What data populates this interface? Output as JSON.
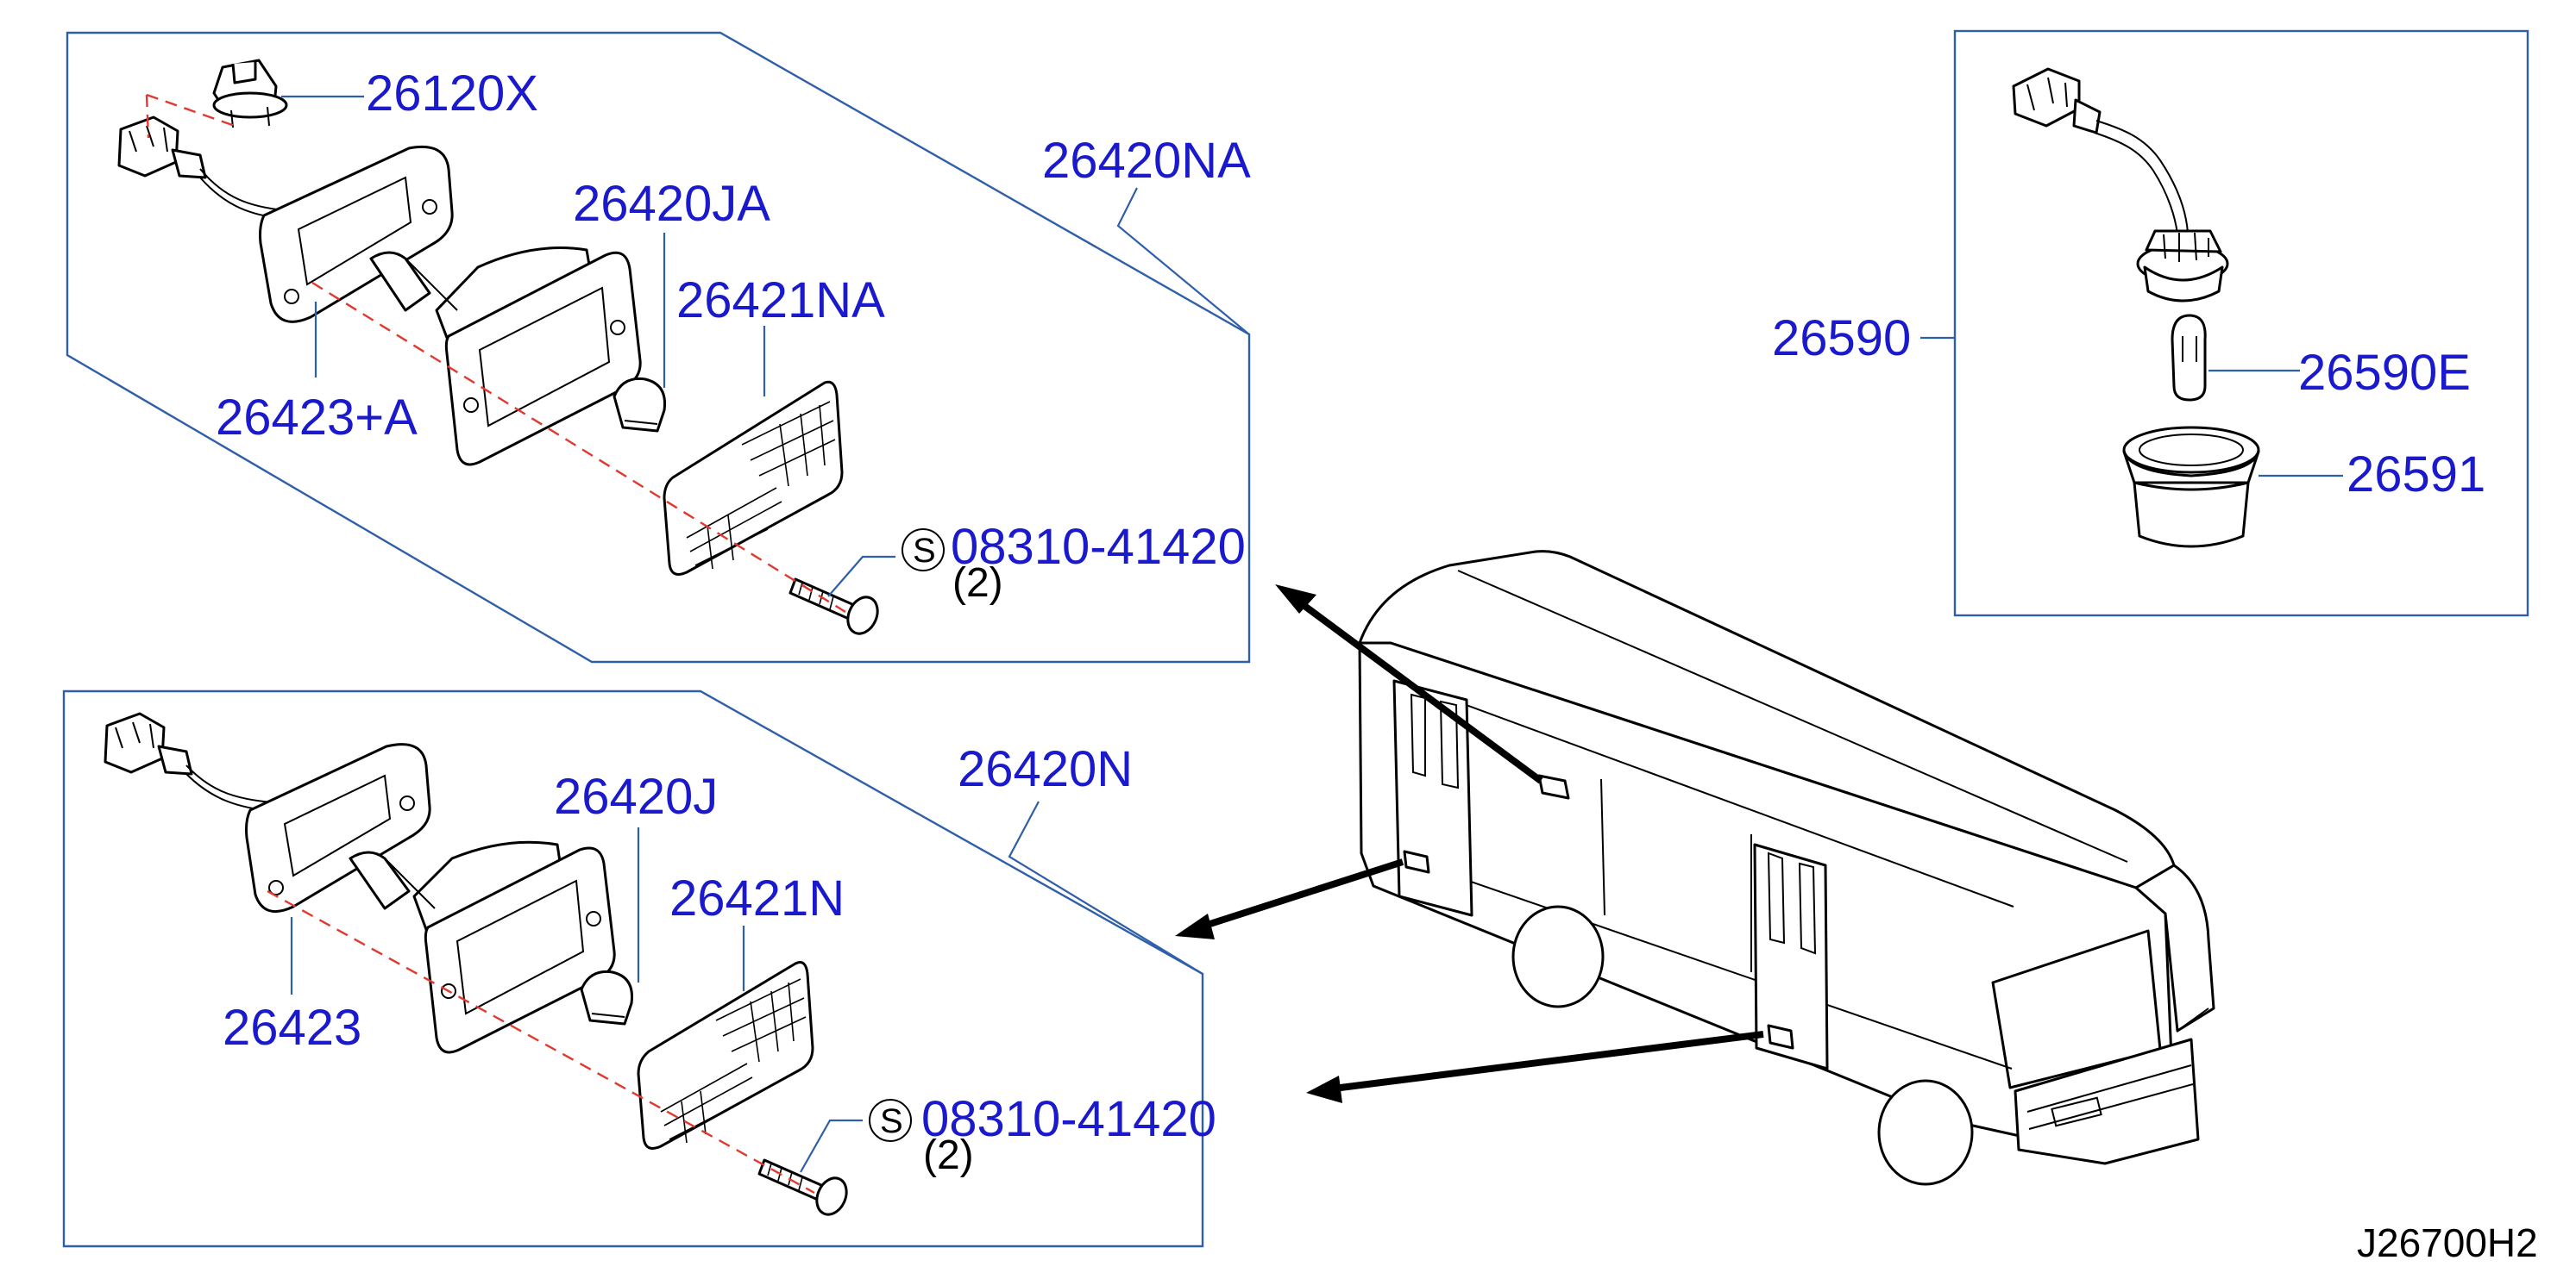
{
  "drawing_code": "J26700H2",
  "colors": {
    "part_number": "#1a1acc",
    "frame": "#2f5fa8",
    "center_axis": "#e0392f"
  },
  "assemblies": {
    "upper": {
      "assembly": "26420NA",
      "clip": "26120X",
      "bulb": "26420JA",
      "lens": "26421NA",
      "gasket": "26423+A",
      "screw_symbol": "S",
      "screw": "08310-41420",
      "screw_qty": "(2)"
    },
    "lower": {
      "assembly": "26420N",
      "bulb": "26420J",
      "lens": "26421N",
      "gasket": "26423",
      "screw_symbol": "S",
      "screw": "08310-41420",
      "screw_qty": "(2)"
    },
    "side_marker": {
      "assembly": "26590",
      "bulb": "26590E",
      "socket": "26591"
    }
  }
}
